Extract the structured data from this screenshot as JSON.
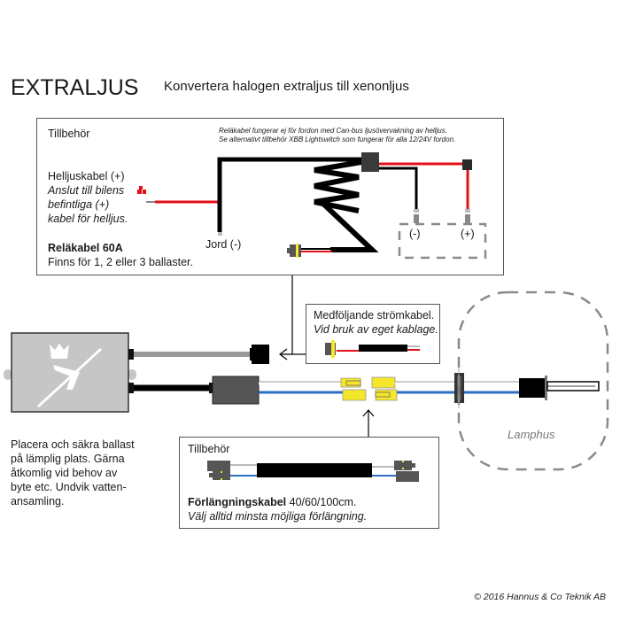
{
  "header": {
    "title": "EXTRALJUS",
    "subtitle": "Konvertera halogen extraljus till xenonljus"
  },
  "relay_box": {
    "heading": "Tillbehör",
    "note_line1": "Reläkabel fungerar ej för fordon med Can-bus ljusövervakning av helljus.",
    "note_line2": "Se alternativt tillbehör XBB Lightswitch som fungerar för alla 12/24V fordon.",
    "highbeam_label": "Helljuskabel (+)",
    "highbeam_desc": [
      "Anslut till bilens",
      "befintliga (+)",
      "kabel för helljus."
    ],
    "relay_title": "Reläkabel 60A",
    "relay_desc": "Finns för 1, 2 eller 3 ballaster.",
    "ground_label": "Jord (-)",
    "terminal_minus": "(-)",
    "terminal_plus": "(+)"
  },
  "power_cable_box": {
    "line1": "Medföljande strömkabel.",
    "line2": "Vid bruk av eget kablage."
  },
  "ballast_note": [
    "Placera och säkra ballast",
    "på lämplig plats. Gärna",
    "åtkomlig vid behov av",
    "byte etc. Undvik vatten-",
    "ansamling."
  ],
  "extension_box": {
    "heading": "Tillbehör",
    "title_bold": "Förlängningskabel",
    "title_rest": " 40/60/100cm.",
    "desc": "Välj alltid minsta möjliga förlängning."
  },
  "lamp_housing_label": "Lamphus",
  "footer": "© 2016 Hannus & Co Teknik AB",
  "colors": {
    "wire_red": "#e3101a",
    "wire_black": "#000000",
    "wire_blue": "#2a6fc0",
    "connector_yellow": "#f5e62a",
    "ballast_gray": "#c6c6c6",
    "dash_gray": "#8a8a8a"
  }
}
